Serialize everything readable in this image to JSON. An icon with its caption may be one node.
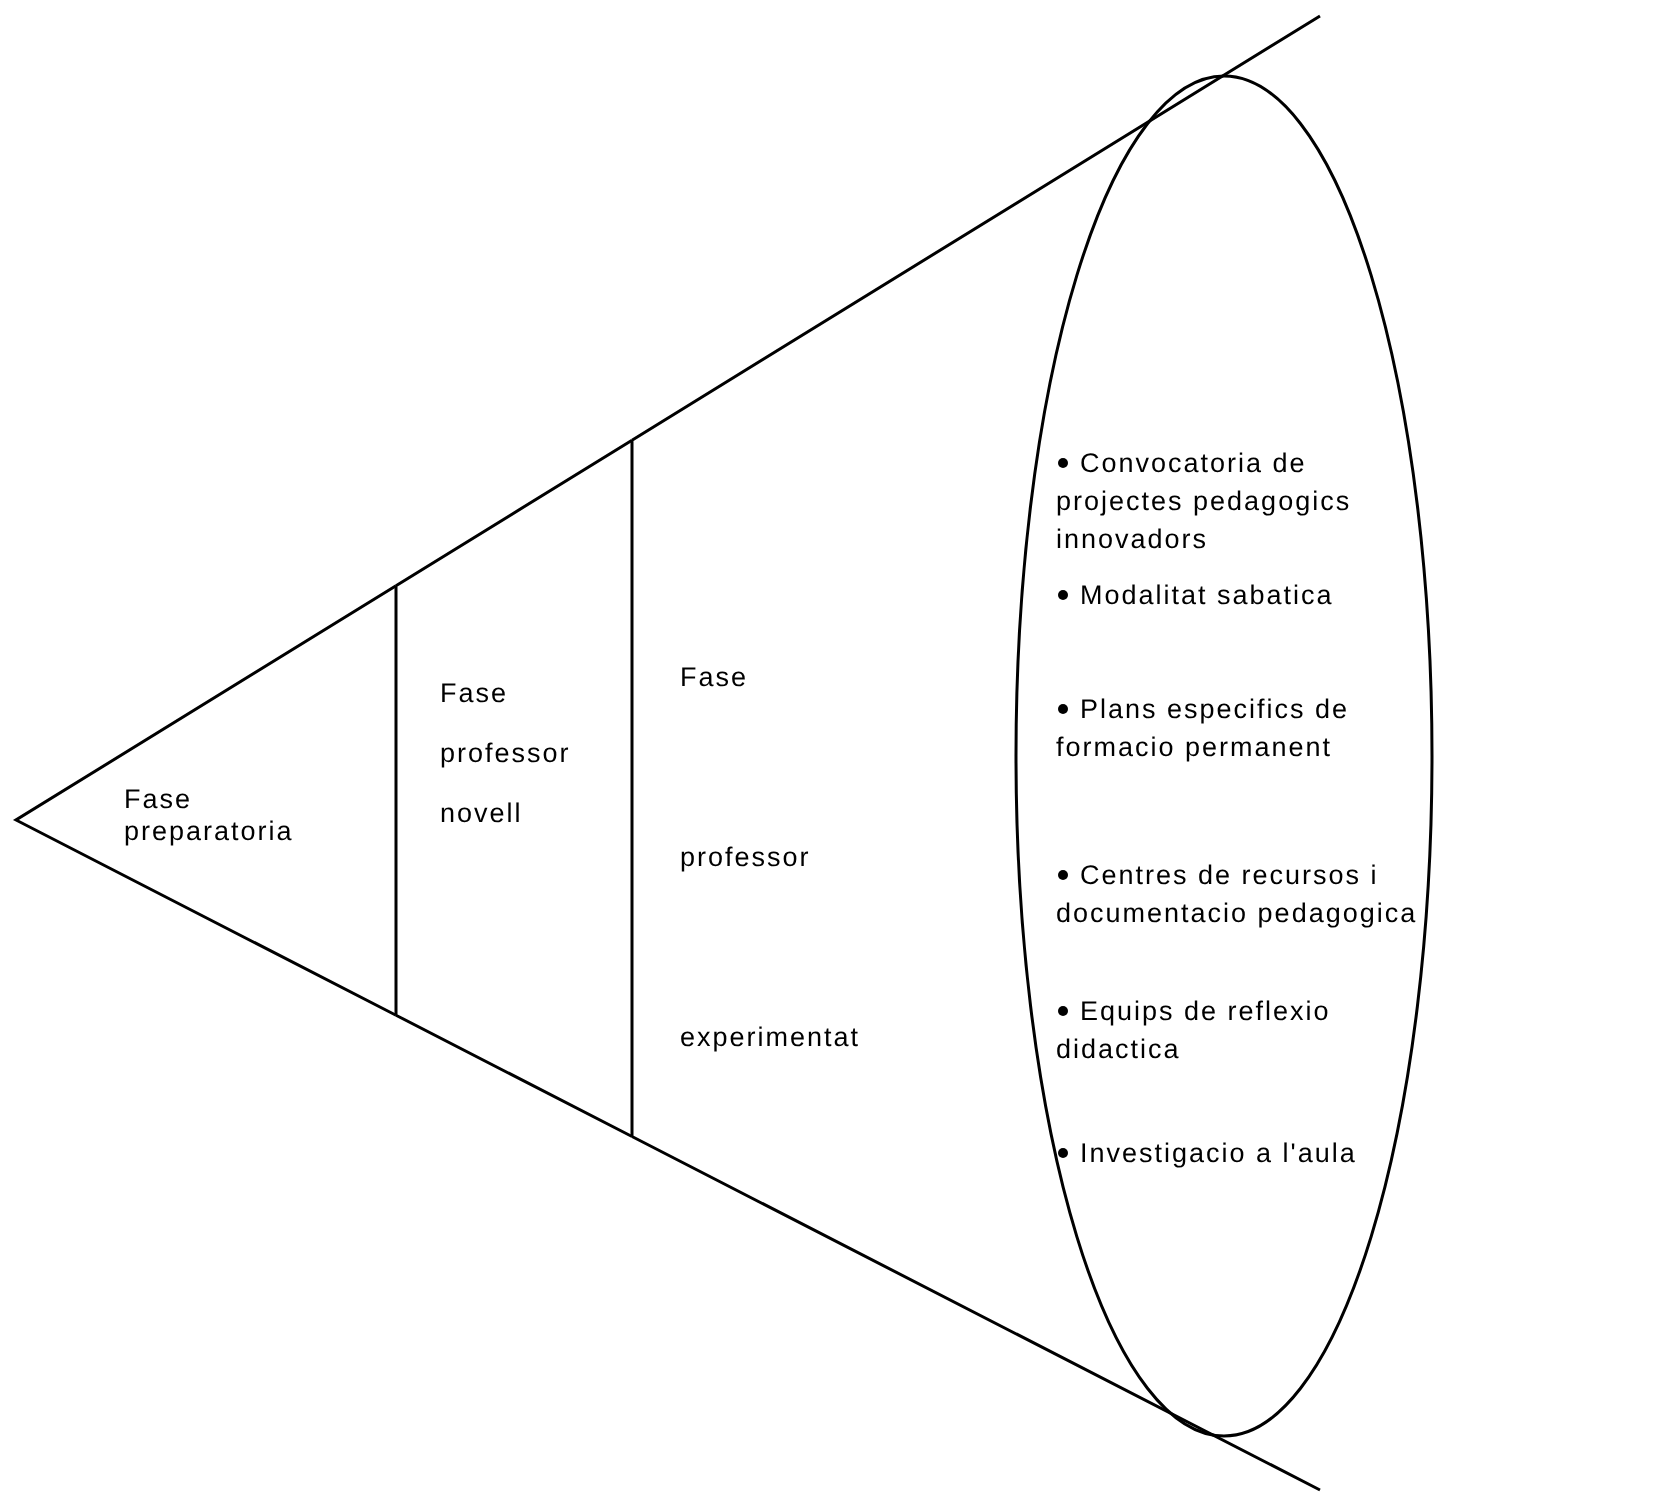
{
  "diagram": {
    "nodes": [
      {
        "text": [
          "Fase preparatoria"
        ]
      },
      {
        "text": [
          "Fase professor novell"
        ]
      },
      {
        "text": [
          "Fase professor experimentat"
        ]
      },
      {
        "text": [
          "Convocatoria de projectes pedagogics innovadors",
          "Modalitat sabatica",
          "Plans especifics de formacio permanent",
          "Centres de recursos i documentacio pedagogica",
          "Equips de reflexio didactica",
          "Investigacio a l'aula"
        ]
      }
    ]
  }
}
